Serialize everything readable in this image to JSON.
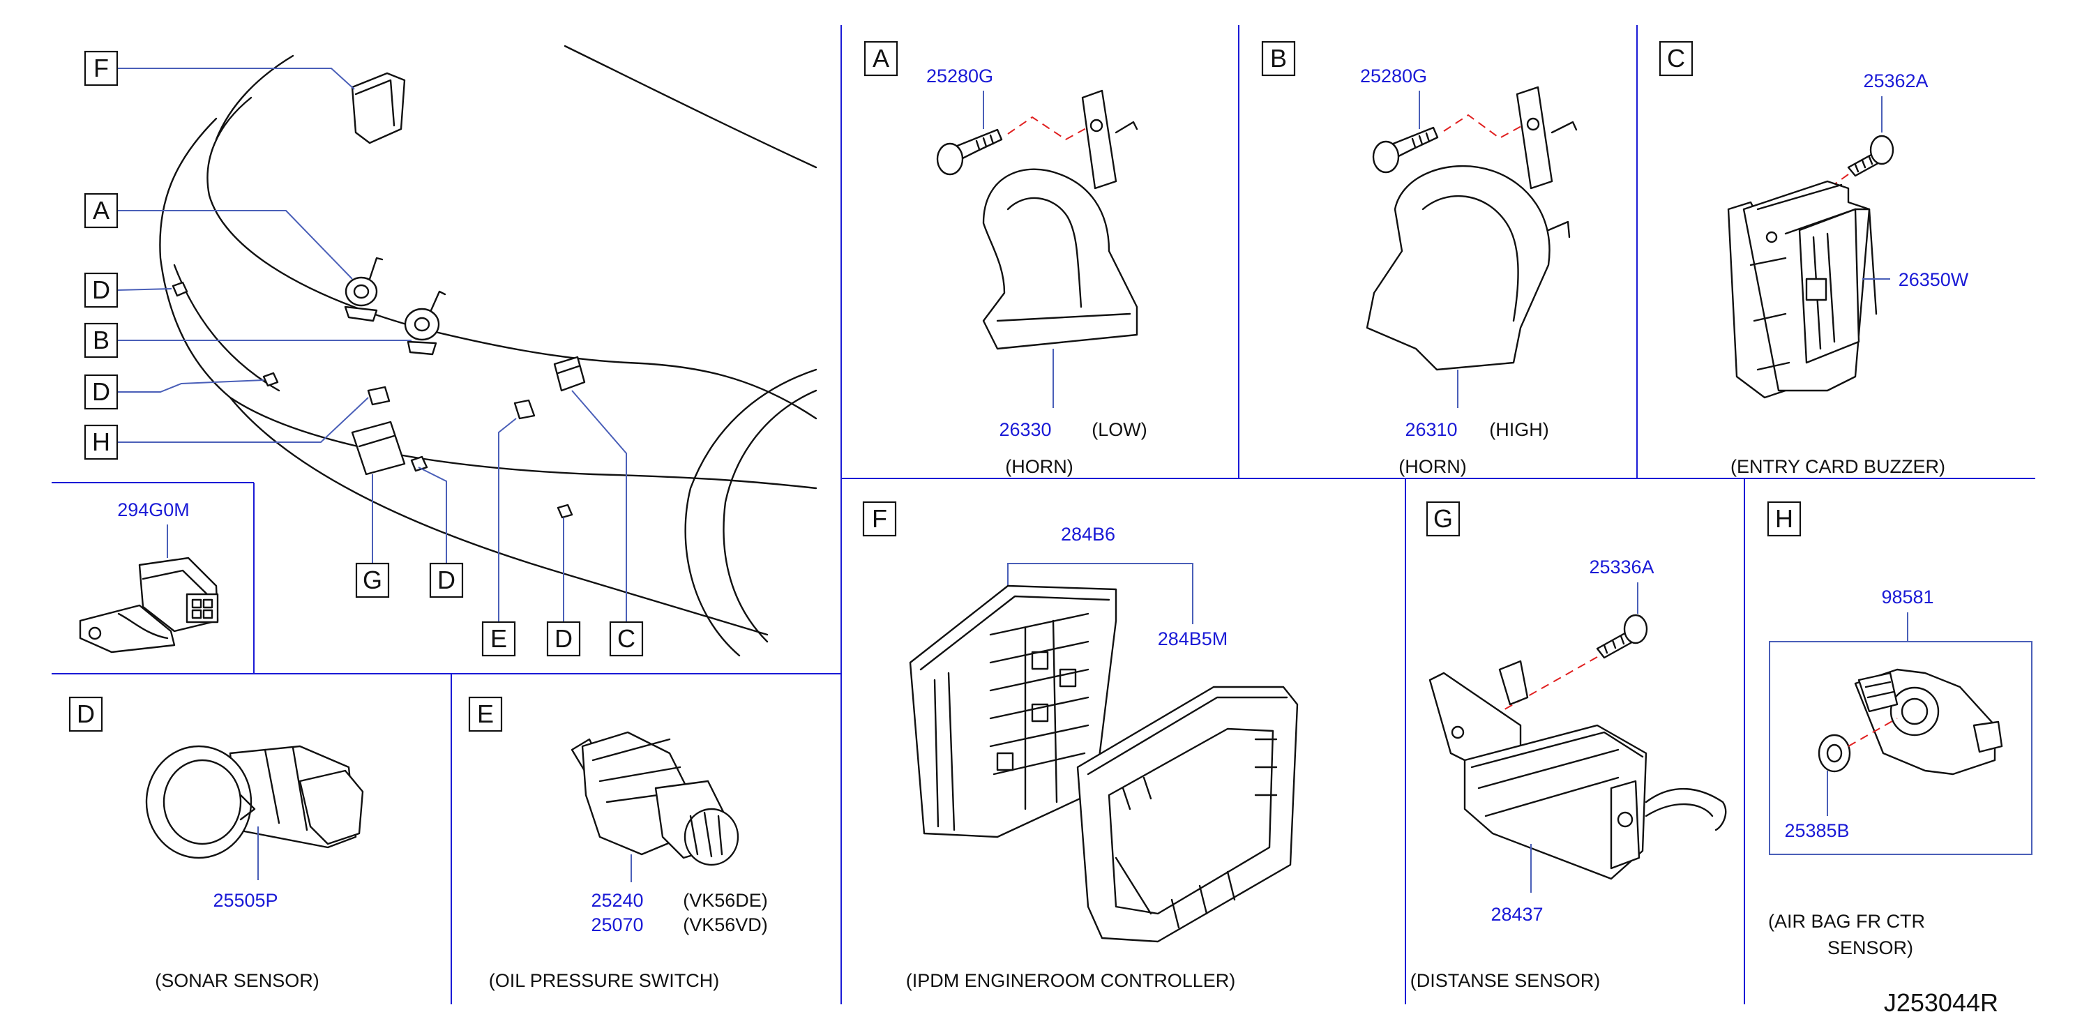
{
  "drawing_id": "J253044R",
  "overview": {
    "callouts": {
      "F": "F",
      "A": "A",
      "D1": "D",
      "B": "B",
      "D2": "D",
      "H": "H",
      "G": "G",
      "D3": "D",
      "E": "E",
      "D4": "D",
      "C": "C"
    }
  },
  "panels": {
    "A": {
      "letter": "A",
      "bolt": "25280G",
      "part": "26330",
      "variant": "(LOW)",
      "caption": "(HORN)"
    },
    "B": {
      "letter": "B",
      "bolt": "25280G",
      "part": "26310",
      "variant": "(HIGH)",
      "caption": "(HORN)"
    },
    "C": {
      "letter": "C",
      "bolt": "25362A",
      "part": "26350W",
      "caption": "(ENTRY CARD BUZZER)"
    },
    "connector": {
      "part": "294G0M"
    },
    "D": {
      "letter": "D",
      "part": "25505P",
      "caption": "(SONAR SENSOR)"
    },
    "E": {
      "letter": "E",
      "part1": "25240",
      "variant1": "(VK56DE)",
      "part2": "25070",
      "variant2": "(VK56VD)",
      "caption": "(OIL PRESSURE SWITCH)"
    },
    "F": {
      "letter": "F",
      "part1": "284B6",
      "part2": "284B5M",
      "caption": "(IPDM ENGINEROOM CONTROLLER)"
    },
    "G": {
      "letter": "G",
      "bolt": "25336A",
      "part": "28437",
      "caption": "(DISTANSE SENSOR)"
    },
    "H": {
      "letter": "H",
      "part": "98581",
      "nut": "25385B",
      "caption_line1": "(AIR BAG FR CTR",
      "caption_line2": "SENSOR)"
    }
  }
}
